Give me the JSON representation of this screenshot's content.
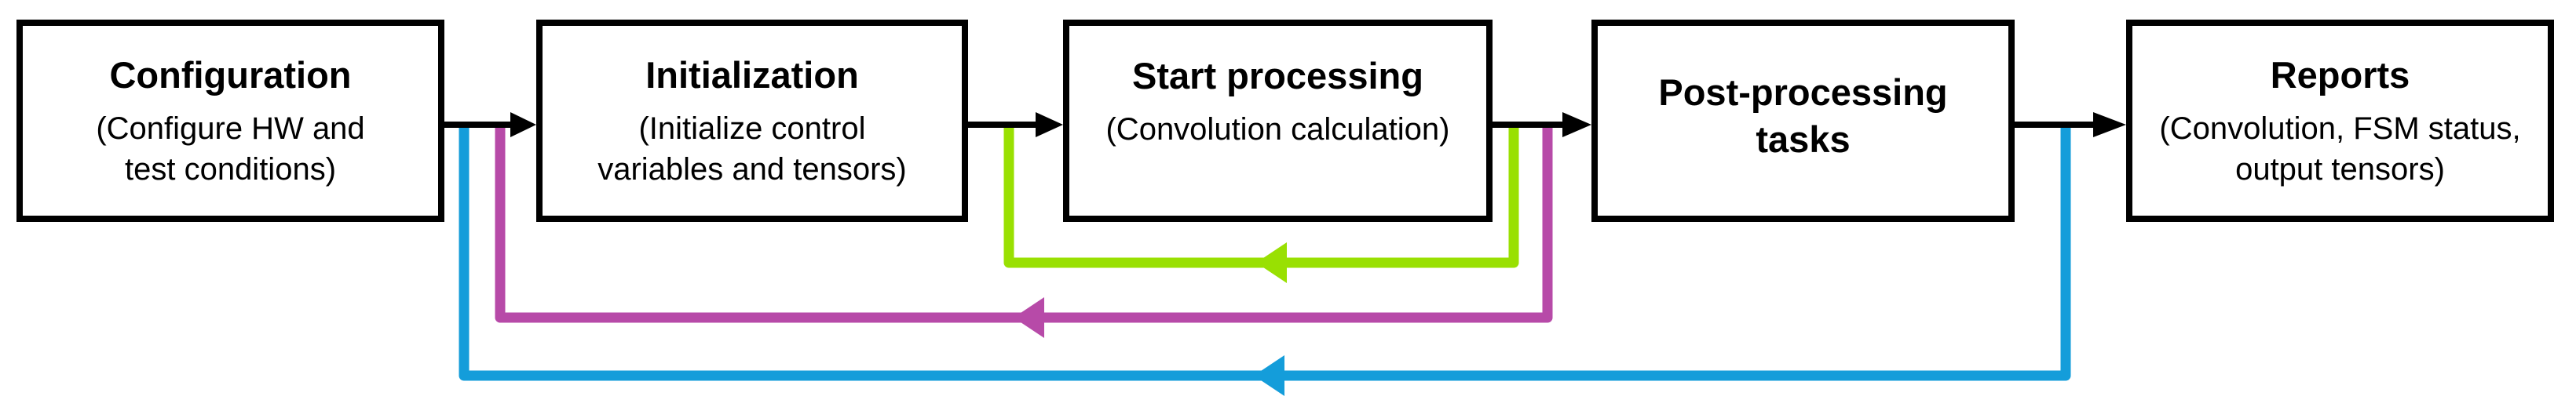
{
  "diagram": {
    "background": "#ffffff",
    "nodes": [
      {
        "id": "configuration",
        "title": "Configuration",
        "subtitle": "(Configure HW and\ntest conditions)"
      },
      {
        "id": "initialization",
        "title": "Initialization",
        "subtitle": "(Initialize control\nvariables and tensors)"
      },
      {
        "id": "start-processing",
        "title": "Start processing",
        "subtitle": "(Convolution calculation)"
      },
      {
        "id": "post-processing-tasks",
        "title": "Post-processing\ntasks",
        "subtitle": ""
      },
      {
        "id": "reports",
        "title": "Reports",
        "subtitle": "(Convolution, FSM status,\noutput tensors)"
      }
    ],
    "colors": {
      "node_border": "#000000",
      "node_fill": "#ffffff",
      "node_text": "#000000",
      "forward_arrow": "#000000",
      "loop_green": "#99e002",
      "loop_magenta": "#b74aa8",
      "loop_blue": "#149dda"
    },
    "connections": {
      "forward": [
        {
          "from": "configuration",
          "to": "initialization"
        },
        {
          "from": "initialization",
          "to": "start-processing"
        },
        {
          "from": "start-processing",
          "to": "post-processing-tasks"
        },
        {
          "from": "post-processing-tasks",
          "to": "reports"
        }
      ],
      "feedback": [
        {
          "color_key": "loop_green",
          "from": "start-processing-output",
          "to": "start-processing-input"
        },
        {
          "color_key": "loop_magenta",
          "from": "start-processing-output",
          "to": "initialization-input"
        },
        {
          "color_key": "loop_blue",
          "from": "post-processing-tasks-output",
          "to": "initialization-input"
        }
      ]
    }
  }
}
